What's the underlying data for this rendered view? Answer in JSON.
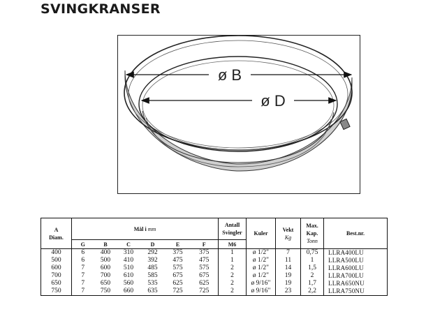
{
  "title": "SVINGKRANSER",
  "figure": {
    "label_b": "ø B",
    "label_d": "ø D"
  },
  "table": {
    "headers": {
      "a": "A",
      "a_sub": "Diam.",
      "maal": "Mål i",
      "maal_unit": "mm",
      "antall": "Antall Svingler",
      "antall_sub": "M6",
      "kuler": "Kuler",
      "vekt": "Vekt",
      "vekt_unit": "Kg",
      "maks": "Max. Kap.",
      "maks_unit": "Tonn",
      "bestnr": "Best.nr."
    },
    "subheaders": [
      "G",
      "B",
      "C",
      "D",
      "E",
      "F"
    ],
    "rows": [
      {
        "a": "400",
        "g": "6",
        "b": "400",
        "c": "310",
        "d": "292",
        "e": "375",
        "f": "375",
        "antall": "1",
        "kuler": "ø 1/2\"",
        "vekt": "7",
        "maks": "0,75",
        "bestnr": "LLRA400LU"
      },
      {
        "a": "500",
        "g": "6",
        "b": "500",
        "c": "410",
        "d": "392",
        "e": "475",
        "f": "475",
        "antall": "1",
        "kuler": "ø 1/2\"",
        "vekt": "11",
        "maks": "1",
        "bestnr": "LLRA500LU"
      },
      {
        "a": "600",
        "g": "7",
        "b": "600",
        "c": "510",
        "d": "485",
        "e": "575",
        "f": "575",
        "antall": "2",
        "kuler": "ø 1/2\"",
        "vekt": "14",
        "maks": "1,5",
        "bestnr": "LLRA600LU"
      },
      {
        "a": "700",
        "g": "7",
        "b": "700",
        "c": "610",
        "d": "585",
        "e": "675",
        "f": "675",
        "antall": "2",
        "kuler": "ø 1/2\"",
        "vekt": "19",
        "maks": "2",
        "bestnr": "LLRA700LU"
      },
      {
        "a": "650",
        "g": "7",
        "b": "650",
        "c": "560",
        "d": "535",
        "e": "625",
        "f": "625",
        "antall": "2",
        "kuler": "ø 9/16\"",
        "vekt": "19",
        "maks": "1,7",
        "bestnr": "LLRA650NU"
      },
      {
        "a": "750",
        "g": "7",
        "b": "750",
        "c": "660",
        "d": "635",
        "e": "725",
        "f": "725",
        "antall": "2",
        "kuler": "ø 9/16\"",
        "vekt": "23",
        "maks": "2,2",
        "bestnr": "LLRA750NU"
      }
    ]
  }
}
